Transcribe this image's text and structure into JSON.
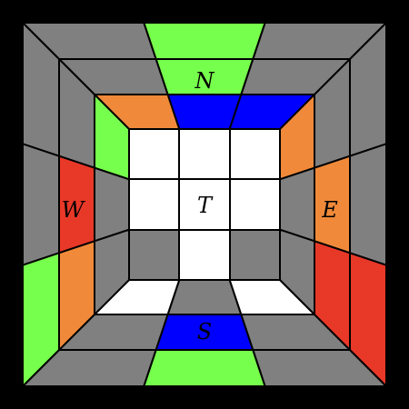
{
  "colors": {
    "frame": "#000000",
    "unknown": "#808080",
    "white": "#ffffff",
    "green": "#77ff4d",
    "blue": "#0000ff",
    "orange": "#f08a3a",
    "red": "#e83828"
  },
  "faces": {
    "top": {
      "label": "T",
      "stickers": [
        "white",
        "white",
        "white",
        "white",
        "white",
        "white",
        "unknown",
        "white",
        "unknown"
      ]
    },
    "north": {
      "label": "N",
      "stickers": [
        [
          "unknown",
          "green",
          "unknown"
        ],
        [
          "unknown",
          "green",
          "unknown"
        ],
        [
          "orange",
          "blue",
          "blue"
        ]
      ]
    },
    "south": {
      "label": "S",
      "stickers": [
        [
          "unknown",
          "green",
          "unknown"
        ],
        [
          "unknown",
          "blue",
          "unknown"
        ],
        [
          "white",
          "unknown",
          "white"
        ]
      ]
    },
    "west": {
      "label": "W",
      "stickers": [
        [
          "unknown",
          "unknown",
          "green"
        ],
        [
          "unknown",
          "red",
          "orange"
        ],
        [
          "green",
          "unknown",
          "unknown"
        ]
      ]
    },
    "east": {
      "label": "E",
      "stickers": [
        [
          "unknown",
          "unknown",
          "red"
        ],
        [
          "unknown",
          "orange",
          "red"
        ],
        [
          "orange",
          "unknown",
          "unknown"
        ]
      ]
    }
  }
}
